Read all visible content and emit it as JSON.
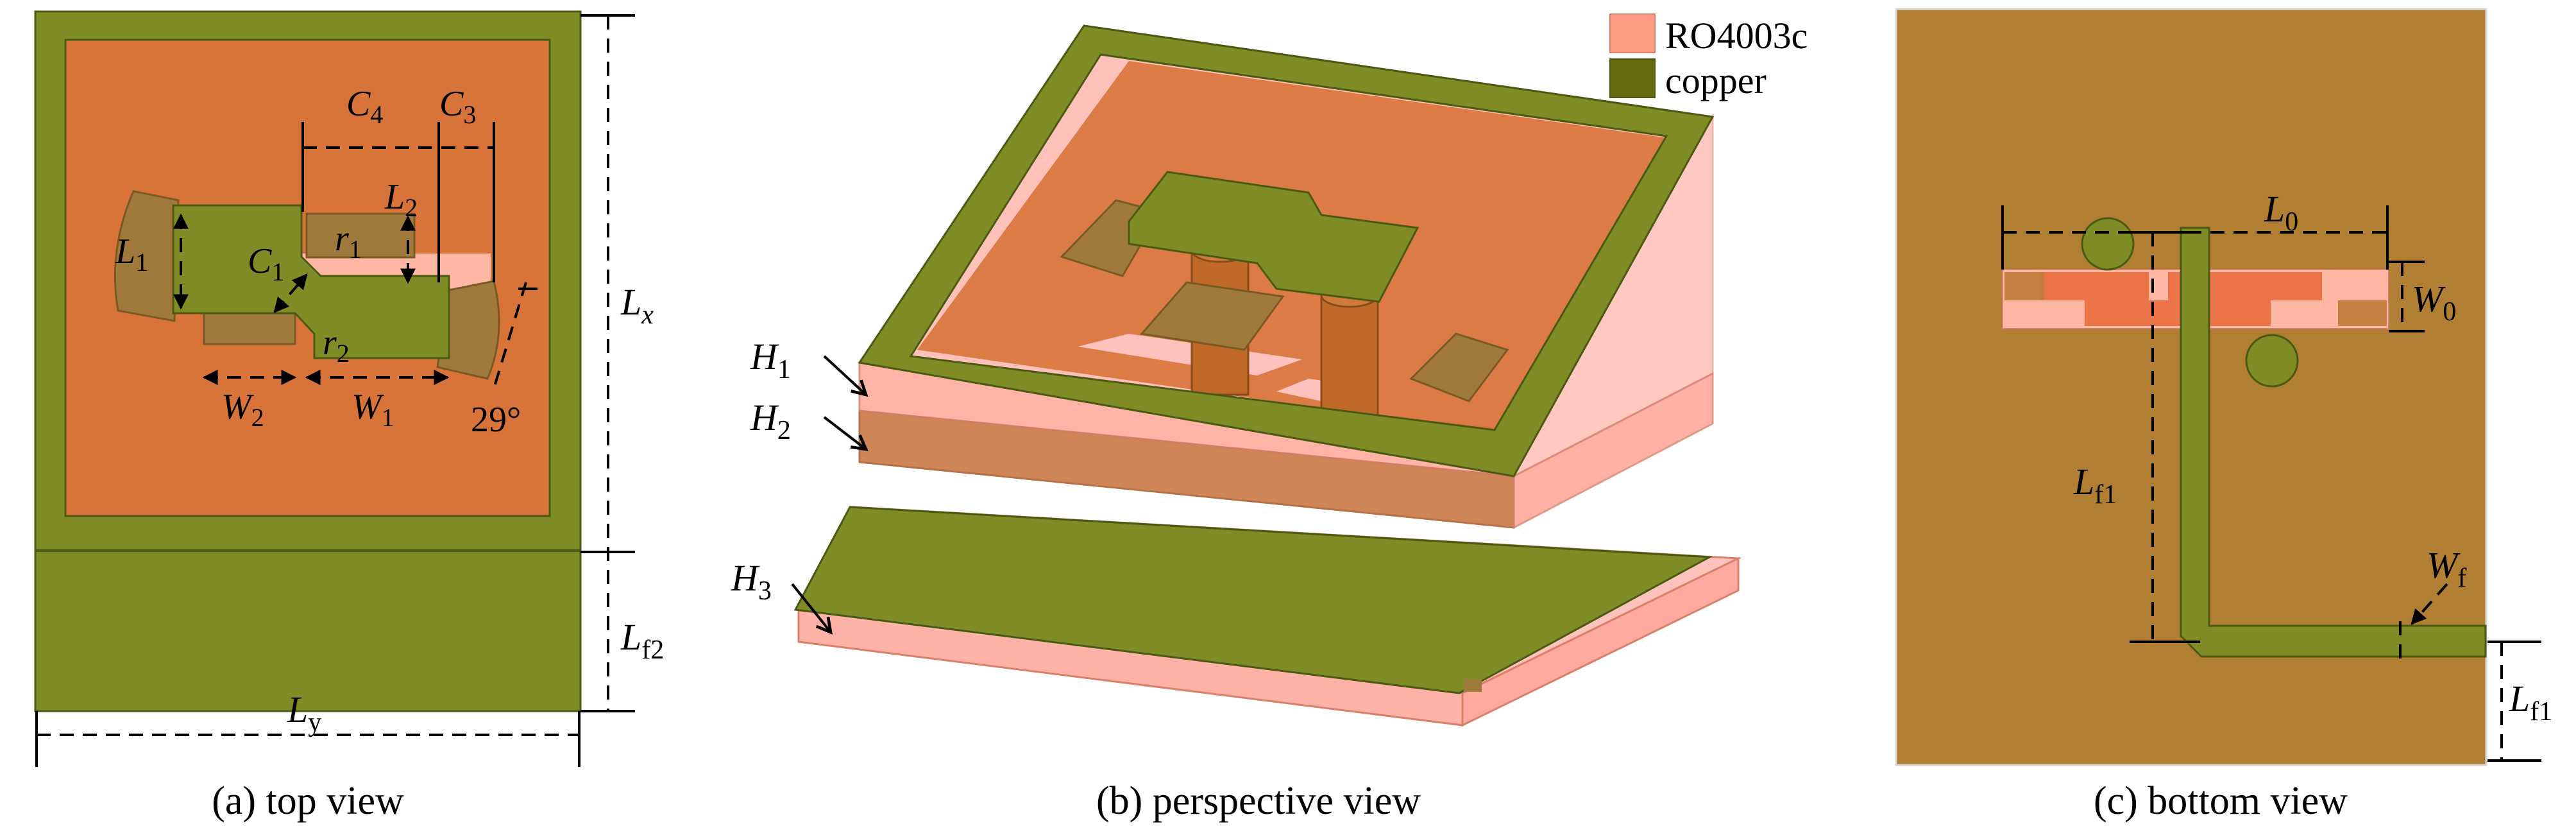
{
  "colors": {
    "copper": "#808c26",
    "substrate": "#ff9a82",
    "substrate_top": "#d8733a",
    "substrate_light": "#ffc2bc",
    "bottom_board": "#b17f33",
    "patch_dark": "#a07a3a"
  },
  "legend": {
    "items": [
      {
        "label": "RO4003c",
        "color": "#ff9a82"
      },
      {
        "label": "copper",
        "color": "#66690f"
      }
    ]
  },
  "panels": {
    "top": {
      "caption": "(a) top view",
      "labels": {
        "C4_base": "C",
        "C4_sub": "4",
        "C3_base": "C",
        "C3_sub": "3",
        "L1_base": "L",
        "L1_sub": "1",
        "L2_base": "L",
        "L2_sub": "2",
        "C1_base": "C",
        "C1_sub": "1",
        "r1_base": "r",
        "r1_sub": "1",
        "r2_base": "r",
        "r2_sub": "2",
        "W2_base": "W",
        "W2_sub": "2",
        "W1_base": "W",
        "W1_sub": "1",
        "angle": "29°",
        "Lx_base": "L",
        "Lx_sub": "x",
        "Lf2_base": "L",
        "Lf2_sub": "f2",
        "Ly_base": "L",
        "Ly_sub": "y"
      }
    },
    "perspective": {
      "caption": "(b) perspective view",
      "labels": {
        "H1_base": "H",
        "H1_sub": "1",
        "H2_base": "H",
        "H2_sub": "2",
        "H3_base": "H",
        "H3_sub": "3"
      }
    },
    "bottom": {
      "caption": "(c) bottom view",
      "labels": {
        "L0_base": "L",
        "L0_sub": "0",
        "W0_base": "W",
        "W0_sub": "0",
        "Lf1_base": "L",
        "Lf1_sub": "f1",
        "Wf_base": "W",
        "Wf_sub": "f",
        "Lf1b_base": "L",
        "Lf1b_sub": "f1"
      }
    }
  }
}
